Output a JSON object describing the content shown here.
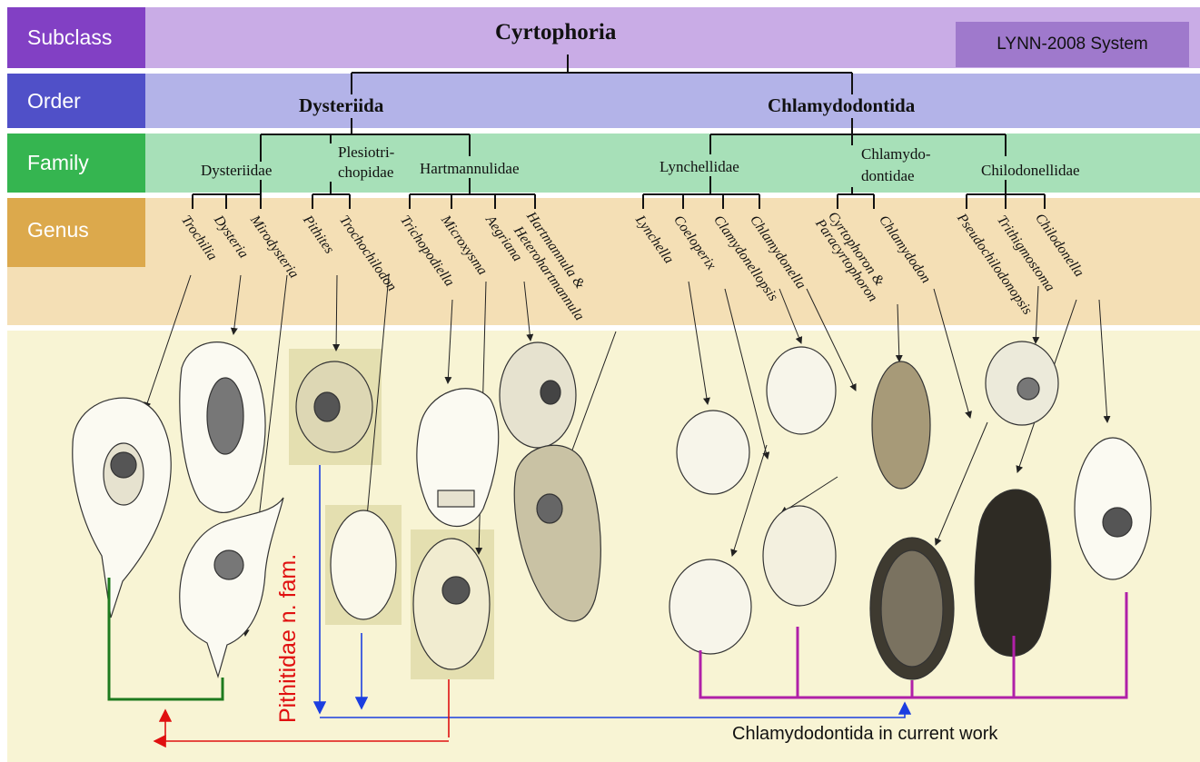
{
  "rank_labels": {
    "subclass": "Subclass",
    "order": "Order",
    "family": "Family",
    "genus": "Genus"
  },
  "colors": {
    "subclass_label": "#8240c4",
    "subclass_band": "#c9ace6",
    "order_label": "#5050c8",
    "order_band": "#b3b3e8",
    "family_label": "#35b550",
    "family_band": "#a7e0b8",
    "genus_label": "#dca94c",
    "genus_band": "#f4dfb5",
    "lower_panel": "#f8f4d4",
    "highlight_box": "#e4dfb0",
    "bracket_green": "#1e7a1e",
    "bracket_magenta": "#b020a8",
    "arrow_blue": "#1b3ee0",
    "arrow_red": "#e01010"
  },
  "badge": "LYNN-2008 System",
  "subclass": "Cyrtophoria",
  "orders": {
    "dysteriida": "Dysteriida",
    "chlamydodontida": "Chlamydodontida"
  },
  "families": {
    "dysteriidae": "Dysteriidae",
    "plesiotrichopidae_1": "Plesiotri-",
    "plesiotrichopidae_2": "chopidae",
    "hartmannulidae": "Hartmannulidae",
    "lynchellidae": "Lynchellidae",
    "chlamydodontidae_1": "Chlamydo-",
    "chlamydodontidae_2": "dontidae",
    "chilodonellidae": "Chilodonellidae"
  },
  "genera": [
    "Trochilia",
    "Dysteria",
    "Mirodysteria",
    "Pithites",
    "Trochochilodon",
    "Trichopodiella",
    "Microxysma",
    "Aegriana",
    "Hartmannula &",
    "Heterohartmannula",
    "Lynchella",
    "Coeloperix",
    "Clamydonellopsis",
    "Chlamydonella",
    "Cyrtophoron &",
    "Paracyrtophoron",
    "Chlamydodon",
    "Pseudochilodonopsis",
    "Trithigmostoma",
    "Chilodonella"
  ],
  "new_family_label": "Pithitidae n. fam.",
  "current_work_label": "Chlamydodontida in current work"
}
